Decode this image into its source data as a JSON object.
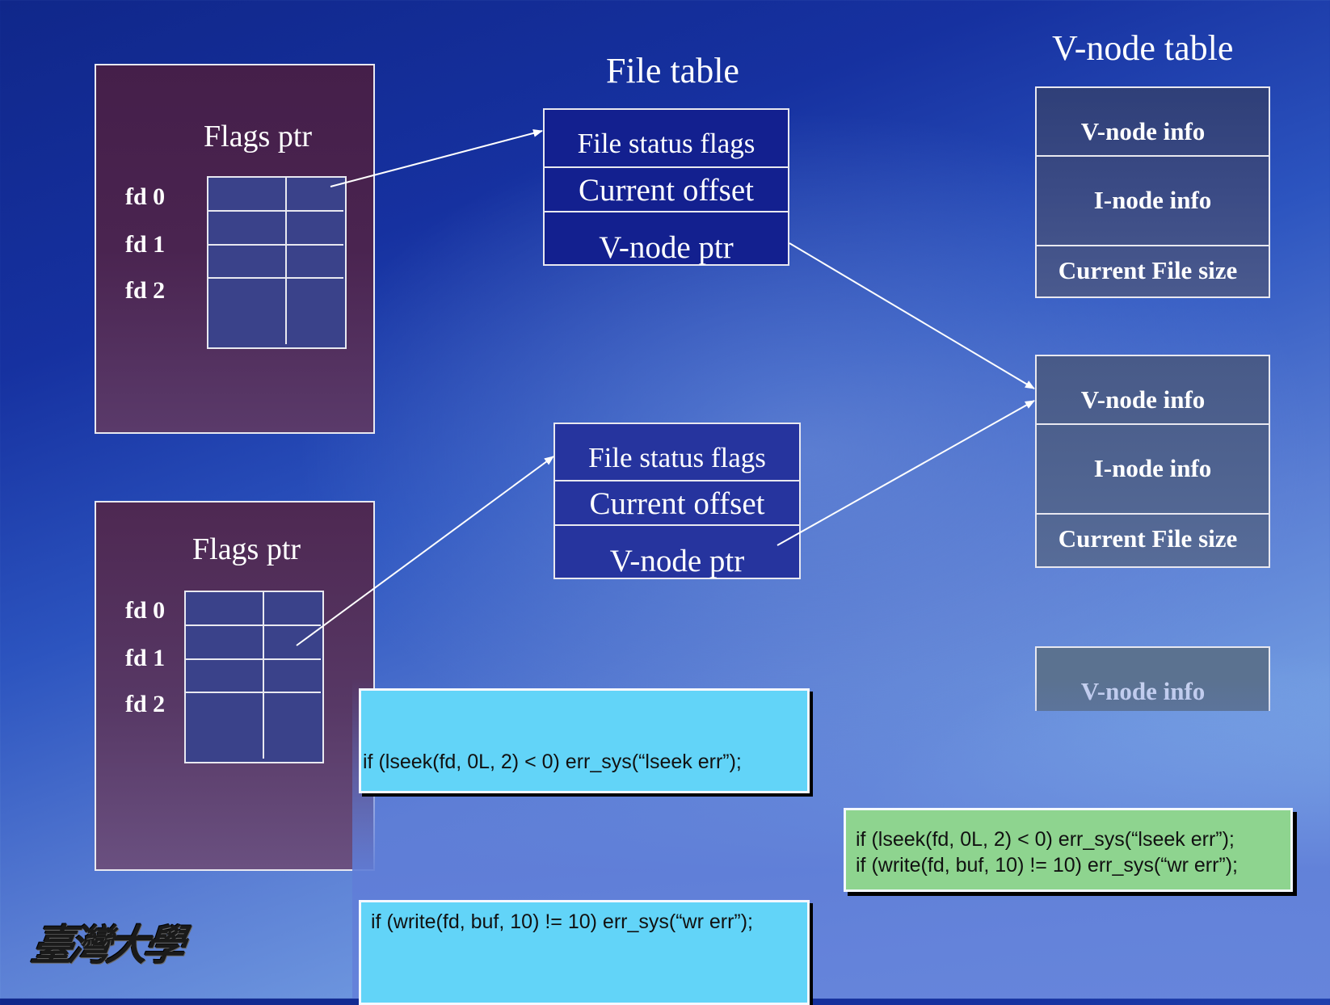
{
  "titles": {
    "file_table": "File table",
    "vnode_table": "V-node table"
  },
  "processes": [
    {
      "flags_label": "Flags ptr",
      "fd_labels": [
        "fd 0",
        "fd 1",
        "fd 2"
      ]
    },
    {
      "flags_label": "Flags ptr",
      "fd_labels": [
        "fd 0",
        "fd 1",
        "fd 2"
      ]
    }
  ],
  "file_table_entries": [
    {
      "rows": [
        "File status flags",
        "Current offset",
        "V-node ptr"
      ]
    },
    {
      "rows": [
        "File status flags",
        "Current offset",
        "V-node ptr"
      ]
    }
  ],
  "vnode_table_entries": [
    {
      "rows": [
        "V-node info",
        "I-node info",
        "Current File size"
      ]
    },
    {
      "rows": [
        "V-node info",
        "I-node info",
        "Current File size"
      ]
    },
    {
      "rows": [
        "V-node info"
      ]
    }
  ],
  "code_boxes": {
    "cyan_top": "if (lseek(fd, 0L, 2) < 0) err_sys(“lseek err”);",
    "cyan_bottom": "if (write(fd, buf, 10) != 10) err_sys(“wr err”);",
    "green": [
      "if (lseek(fd, 0L, 2) < 0) err_sys(“lseek err”);",
      "if (write(fd, buf, 10) != 10) err_sys(“wr err”);"
    ]
  },
  "logo": {
    "text": "臺灣大學",
    "icon": "university-calligraphy-logo"
  },
  "colors": {
    "process_box": "#451f4a",
    "file_table_box": "#13208f",
    "vnode_box": "#3b4b85",
    "code_cyan": "#62d4f8",
    "code_green": "#8ed48f",
    "line": "#ffffff"
  }
}
